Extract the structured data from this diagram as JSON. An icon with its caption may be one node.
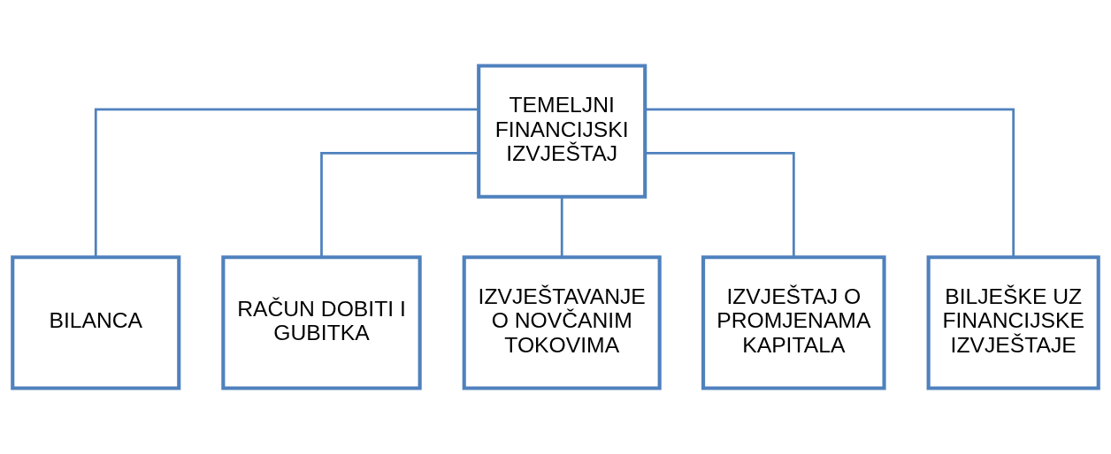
{
  "diagram": {
    "nodes": [
      {
        "text": [
          "TEMELJNI FINANCIJSKI IZVJEŠTAJ"
        ]
      },
      {
        "text": [
          "BILANCA"
        ]
      },
      {
        "text": [
          "RAČUN DOBITI I GUBITKA"
        ]
      },
      {
        "text": [
          "IZVJEŠTAVANJE O NOVČANIM TOKOVIMA"
        ]
      },
      {
        "text": [
          "IZVJEŠTAJ O PROMJENAMA KAPITALA"
        ]
      },
      {
        "text": [
          "BILJEŠKE UZ FINANCIJSKE IZVJEŠTAJE"
        ]
      }
    ],
    "edges": [
      {
        "from": 0,
        "to": 1,
        "arrow": "none"
      },
      {
        "from": 0,
        "to": 2,
        "arrow": "none"
      },
      {
        "from": 0,
        "to": 3,
        "arrow": "none"
      },
      {
        "from": 0,
        "to": 4,
        "arrow": "none"
      },
      {
        "from": 0,
        "to": 5,
        "arrow": "none"
      }
    ]
  }
}
